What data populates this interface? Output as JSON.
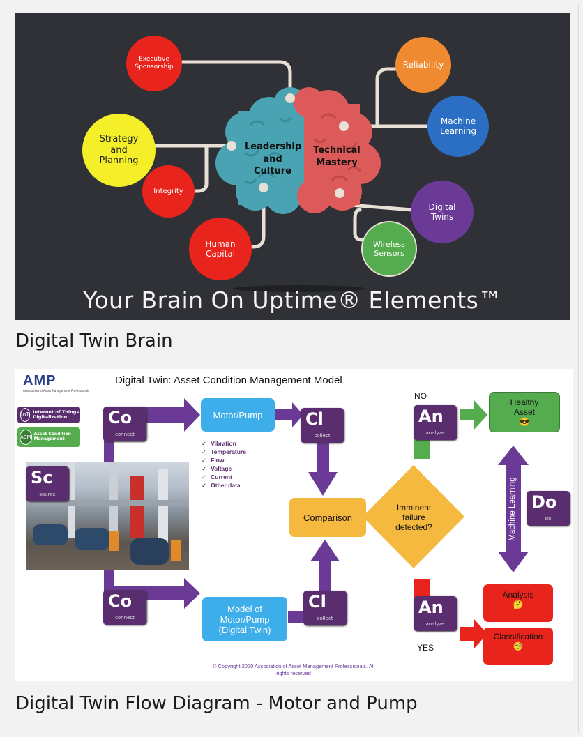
{
  "brain": {
    "nodes": {
      "executive": "Executive Sponsorship",
      "strategy": "Strategy and Planning",
      "integrity": "Integrity",
      "human_capital": "Human Capital",
      "reliability": "Reliability",
      "machine_learning": "Machine Learning",
      "digital_twins": "Digital Twins",
      "wireless_sensors": "Wireless Sensors"
    },
    "left_lobe": "Leadership and Culture",
    "right_lobe": "Technical Mastery",
    "slogan": "Your  Brain On Uptime® Elements™",
    "caption": "Digital Twin Brain",
    "colors": {
      "background": "#2f3136",
      "left_lobe": "#4aa3b3",
      "right_lobe": "#dc5a5a",
      "connector": "#e8e0d6"
    }
  },
  "flow": {
    "title": "Digital Twin: Asset Condition Management Model",
    "amp_logo": "AMP",
    "amp_tagline": "Association of Asset Management Professionals",
    "iot_badge": "IoT",
    "iot_label": "Internet of Things Digitalization",
    "acm_badge": "ACM",
    "acm_label": "Asset Condition Management",
    "tiles": {
      "source": {
        "sym": "Sc",
        "sub": "source"
      },
      "connect_top": {
        "sym": "Co",
        "sub": "connect"
      },
      "connect_bottom": {
        "sym": "Co",
        "sub": "connect"
      },
      "collect_top": {
        "sym": "Cl",
        "sub": "collect"
      },
      "collect_bottom": {
        "sym": "Cl",
        "sub": "collect"
      },
      "analyze_top": {
        "sym": "An",
        "sub": "analyze"
      },
      "analyze_bottom": {
        "sym": "An",
        "sub": "analyze"
      },
      "do": {
        "sym": "Do",
        "sub": "do"
      }
    },
    "motor_pump": "Motor/Pump",
    "model": "Model of Motor/Pump (Digital Twin)",
    "data_items": [
      "Vibration",
      "Temperature",
      "Flow",
      "Voltage",
      "Current",
      "Other data"
    ],
    "comparison": "Comparison",
    "decision": "Imminent failure detected?",
    "no_label": "NO",
    "yes_label": "YES",
    "healthy": "Healthy Asset",
    "healthy_emoji": "😎",
    "analysis": "Analysis",
    "analysis_emoji": "🤔",
    "classification": "Classification",
    "classification_emoji": "🧐",
    "machine_learning": "Machine Learning",
    "copyright": "© Copyright 2020 Association of Asset Management Professionals. All rights reserved",
    "caption": "Digital Twin Flow Diagram - Motor and Pump",
    "colors": {
      "purple": "#6a3a96",
      "blue": "#3daee9",
      "orange": "#f6b940",
      "green": "#55ac4e",
      "red": "#e8241c"
    }
  }
}
